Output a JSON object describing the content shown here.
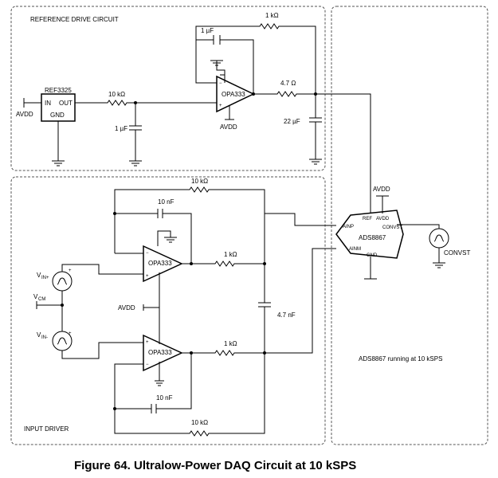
{
  "caption": "Figure 64.  Ultralow-Power DAQ Circuit at 10 kSPS",
  "sections": {
    "reference": "REFERENCE DRIVE CIRCUIT",
    "input": "INPUT DRIVER",
    "adc_note": "ADS8867 running at 10 kSPS"
  },
  "ref_ic": {
    "name": "REF3325",
    "in": "IN",
    "out": "OUT",
    "gnd": "GND"
  },
  "opamp": "OPA333",
  "adc": {
    "name": "ADS8867",
    "ref": "REF",
    "avdd": "AVDD",
    "ainp": "AINP",
    "ainm": "AINM",
    "gnd": "GND",
    "convst": "CONVST"
  },
  "labels": {
    "avdd": "AVDD",
    "convst": "CONVST",
    "vinp": "V",
    "vinp_sub": "IN+",
    "vcm": "V",
    "vcm_sub": "CM",
    "vinm": "V",
    "vinm_sub": "IN-"
  },
  "values": {
    "r_1k": "1 kΩ",
    "c_1u": "1 µF",
    "r_10k": "10 kΩ",
    "r_4_7": "4.7 Ω",
    "c_22u": "22 µF",
    "c_10n": "10 nF",
    "c_4_7n": "4.7 nF"
  }
}
